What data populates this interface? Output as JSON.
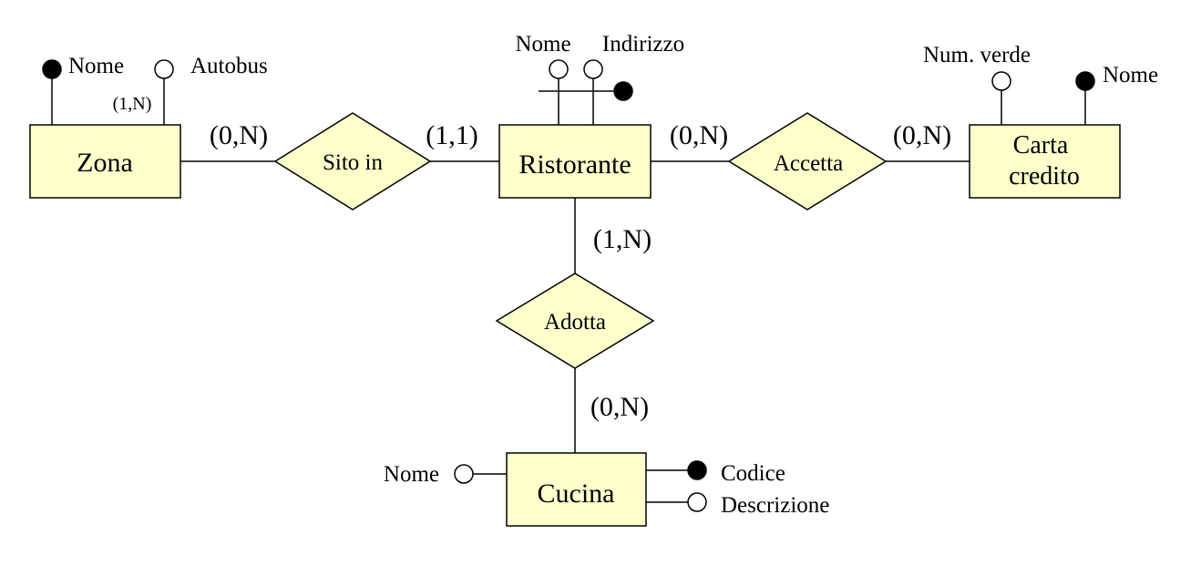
{
  "entities": {
    "zona": "Zona",
    "ristorante": "Ristorante",
    "carta_line1": "Carta",
    "carta_line2": "credito",
    "cucina": "Cucina"
  },
  "relationships": {
    "sito_in": "Sito in",
    "accetta": "Accetta",
    "adotta": "Adotta"
  },
  "cardinalities": {
    "zona_sito": "(0,N)",
    "ristorante_sito": "(1,1)",
    "ristorante_accetta": "(0,N)",
    "carta_accetta": "(0,N)",
    "ristorante_adotta": "(1,N)",
    "cucina_adotta": "(0,N)",
    "zona_autobus": "(1,N)"
  },
  "attributes": {
    "zona_nome": "Nome",
    "zona_autobus": "Autobus",
    "ristorante_nome": "Nome",
    "ristorante_indirizzo": "Indirizzo",
    "carta_num_verde": "Num. verde",
    "carta_nome": "Nome",
    "cucina_nome": "Nome",
    "cucina_codice": "Codice",
    "cucina_descrizione": "Descrizione"
  },
  "colors": {
    "fill": "#ffffcc",
    "stroke": "#000000",
    "key_attribute": "#000000"
  }
}
